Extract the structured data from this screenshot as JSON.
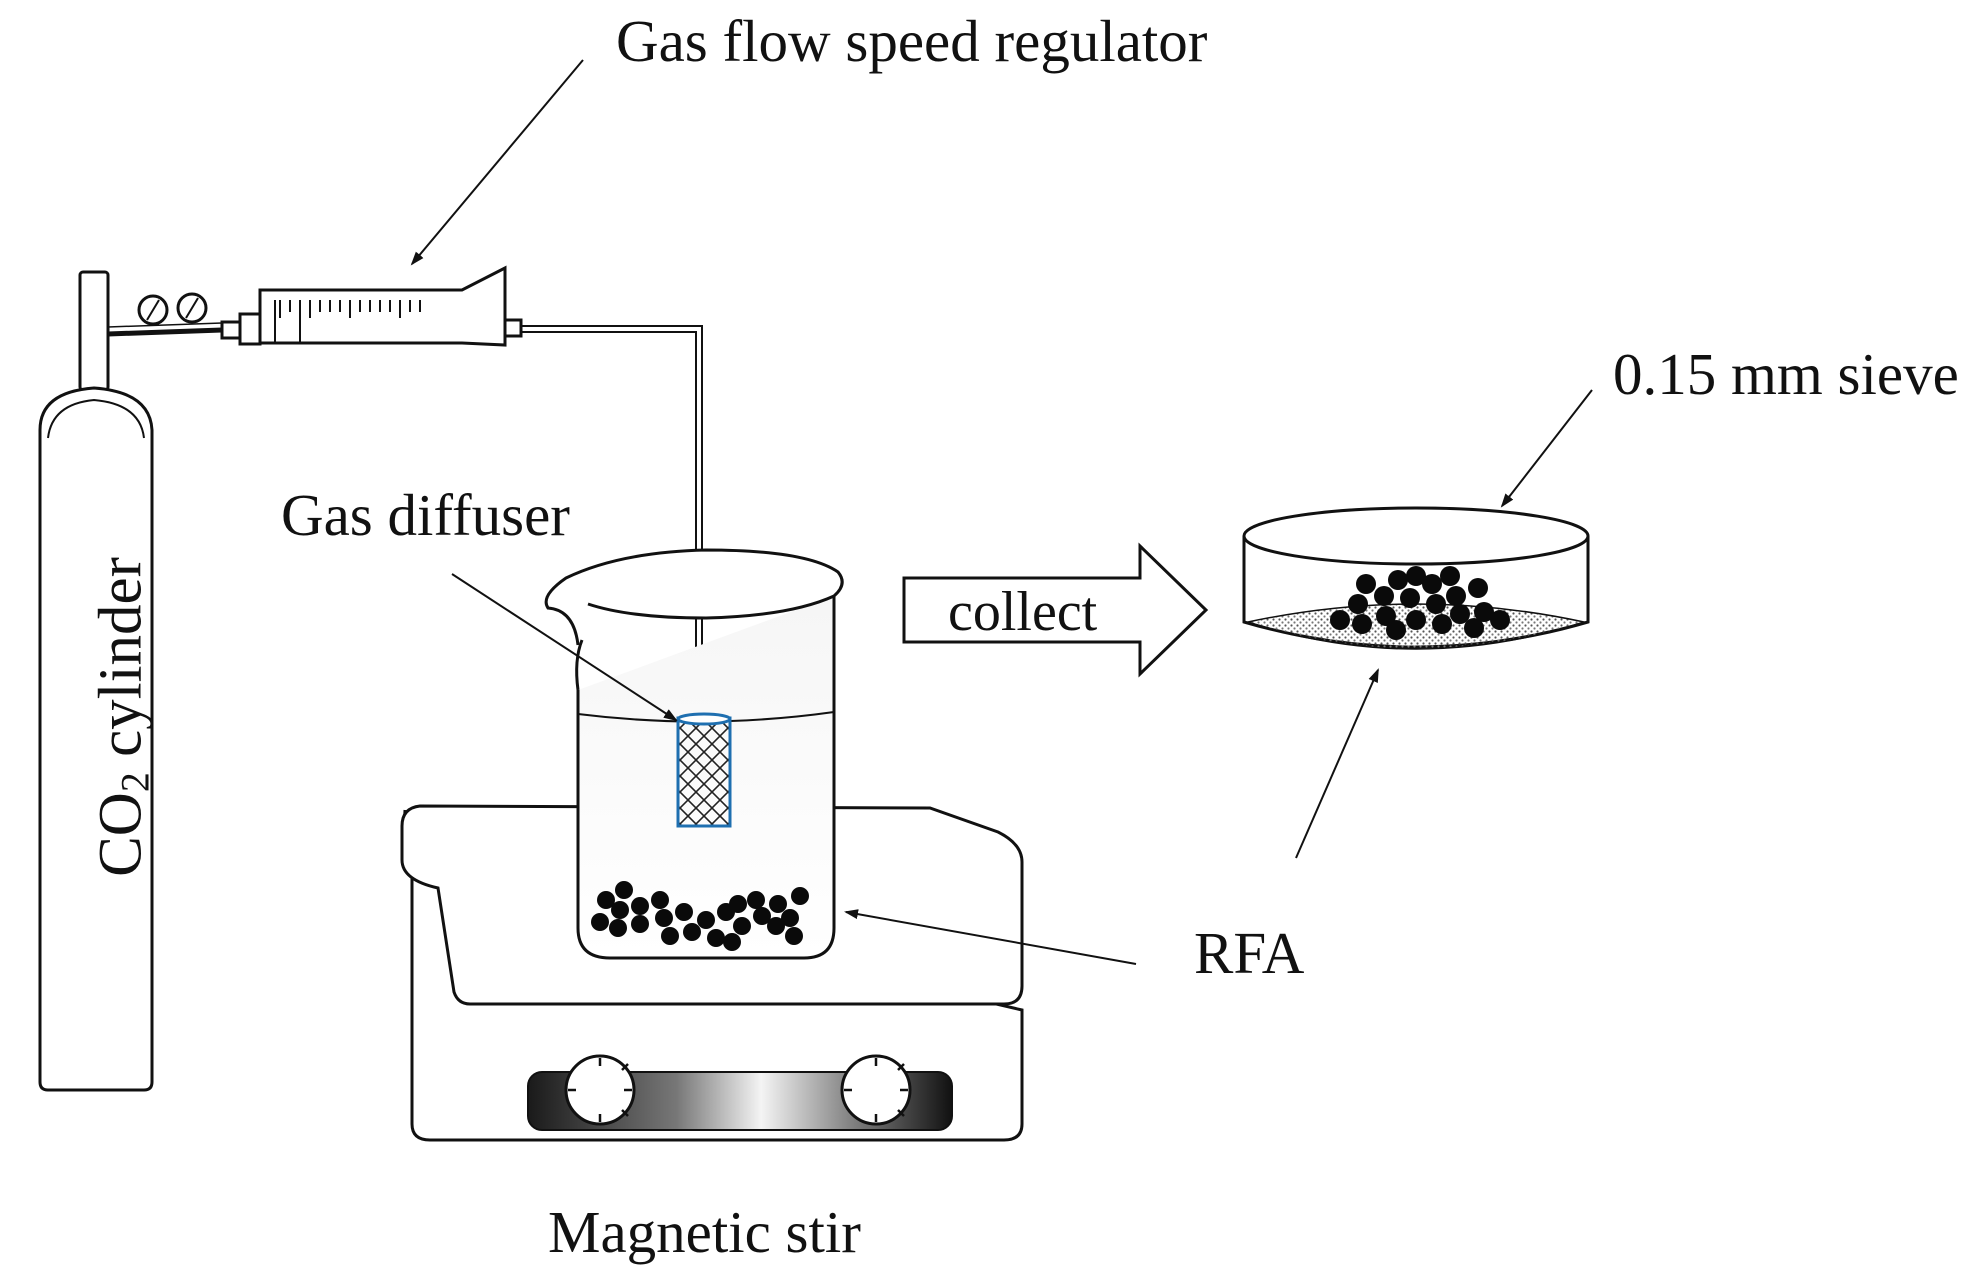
{
  "labels": {
    "gas_flow_regulator": "Gas flow speed regulator",
    "sieve": "0.15 mm sieve",
    "gas_diffuser": "Gas diffuser",
    "collect": "collect",
    "rfa": "RFA",
    "magnetic_stir": "Magnetic stir",
    "cylinder_prefix": "CO",
    "cylinder_subscript": "2",
    "cylinder_suffix": " cylinder"
  },
  "colors": {
    "line": "#111111",
    "diffuser_outline": "#1e6fb0",
    "particle": "#0a0a0a",
    "background": "#ffffff"
  },
  "icons": [
    "co2-cylinder-icon",
    "pressure-gauge-icon",
    "flowmeter-icon",
    "beaker-icon",
    "gas-diffuser-icon",
    "magnetic-stirrer-icon",
    "sieve-icon",
    "collect-arrow-icon"
  ]
}
